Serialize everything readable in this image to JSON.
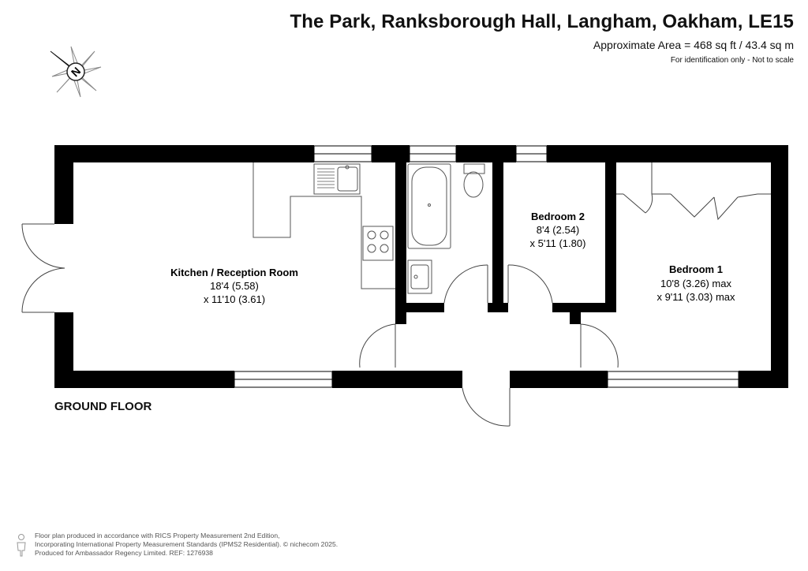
{
  "header": {
    "title": "The Park, Ranksborough Hall, Langham, Oakham, LE15",
    "area": "Approximate Area = 468 sq ft / 43.4 sq m",
    "note": "For identification only - Not to scale"
  },
  "compass": {
    "icon": "north-compass-icon",
    "letter": "N"
  },
  "floor": {
    "label": "GROUND FLOOR"
  },
  "rooms": {
    "kitchen": {
      "name": "Kitchen / Reception Room",
      "dim1": "18'4 (5.58)",
      "dim2": "x 11'10 (3.61)"
    },
    "bedroom2": {
      "name": "Bedroom 2",
      "dim1": "8'4 (2.54)",
      "dim2": "x 5'11 (1.80)"
    },
    "bedroom1": {
      "name": "Bedroom 1",
      "dim1": "10'8 (3.26) max",
      "dim2": "x 9'11 (3.03) max"
    }
  },
  "footer": {
    "line1": "Floor plan produced in accordance with RICS Property Measurement 2nd Edition,",
    "line2": "Incorporating International Property Measurement Standards (IPMS2 Residential).  © nichecom 2025.",
    "line3": "Produced for Ambassador Regency Limited.   REF:  1276938"
  },
  "colors": {
    "wall": "#000000",
    "line": "#444444",
    "text": "#111111"
  }
}
